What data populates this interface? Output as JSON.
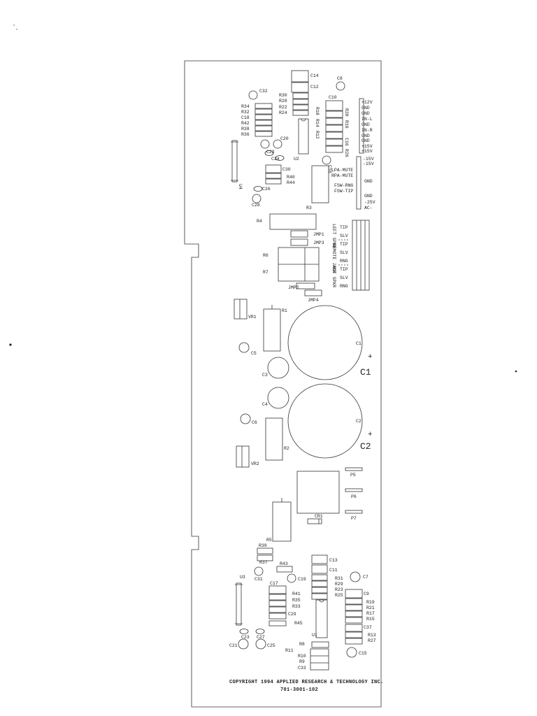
{
  "board": {
    "copyright": "COPYRIGHT 1994 APPLIED RESEARCH & TECHNOLOGY INC.",
    "part_number": "701-3001-102"
  },
  "connector_top": {
    "pins": [
      "+12V",
      "GND",
      "GND",
      "IN-L",
      "GND",
      "IN-R",
      "GND",
      "GND",
      "+15V",
      "+15V"
    ]
  },
  "connector_mid": {
    "pins": [
      "-15V",
      "-15V",
      "GND",
      "GND",
      "-25V",
      "AC-"
    ]
  },
  "mute_labels": [
    "LPA-MUTE",
    "RPA-MUTE",
    "FSW-RNG",
    "FSW-TIP"
  ],
  "jacks": [
    {
      "name": "LEFT SPKR",
      "pins": [
        "TIP",
        "SLV"
      ]
    },
    {
      "name": "REMOTE JACK",
      "pins": [
        "TIP",
        "SLV",
        "RNG"
      ]
    },
    {
      "name": "RGT SPKR",
      "pins": [
        "TIP",
        "SLV",
        "RNG"
      ]
    }
  ],
  "caps_big": [
    "C1",
    "C2"
  ],
  "labels": {
    "c14": "C14",
    "c8": "C8",
    "c12": "C12",
    "c32": "C32",
    "r30": "R30",
    "r28": "R28",
    "r22": "R22",
    "r24": "R24",
    "c10": "C10",
    "r34": "R34",
    "r32": "R32",
    "c18": "C18",
    "r42": "R42",
    "r38": "R38",
    "r36": "R36",
    "r18": "R18",
    "r14": "R14",
    "r12": "R12",
    "r20": "R20",
    "r16": "R16",
    "c16a": "C16",
    "r26": "R26",
    "c22": "C22",
    "c20": "C20",
    "c24": "C24",
    "u2": "U2",
    "c16b": "C16",
    "u4": "U4",
    "c30": "C30",
    "r40": "R40",
    "r44": "R44",
    "c26": "C26",
    "c28": "C28",
    "r3": "R3",
    "r4": "R4",
    "jmp1": "JMP1",
    "jmp3": "JMP3",
    "r6": "R6",
    "r7": "R7",
    "jmp2": "JMP2",
    "jmp4": "JMP4",
    "vr1": "VR1",
    "r1": "R1",
    "c1s": "C1",
    "c5": "C5",
    "c3": "C3",
    "c4": "C4",
    "c6": "C6",
    "c2s": "C2",
    "r2": "R2",
    "vr2": "VR2",
    "p5": "P5",
    "p6": "P6",
    "p7": "P7",
    "cr1": "CR1",
    "r5": "R5",
    "r39": "R39",
    "r37": "R37",
    "r43": "R43",
    "c13": "C13",
    "u3": "U3",
    "c31": "C31",
    "c19": "C19",
    "c11": "C11",
    "r31": "R31",
    "r29": "R29",
    "r23": "R23",
    "r25": "R25",
    "c7": "C7",
    "c17": "C17",
    "r41": "R41",
    "r35": "R35",
    "r33": "R33",
    "c29": "C29",
    "r45": "R45",
    "c9": "C9",
    "r19": "R19",
    "r21": "R21",
    "r17": "R17",
    "r15": "R15",
    "c37": "C37",
    "r13": "R13",
    "r27": "R27",
    "u1": "U1",
    "c23": "C23",
    "c27": "C27",
    "c21": "C21",
    "c25": "C25",
    "r8": "R8",
    "r11": "R11",
    "r10": "R10",
    "r9": "R9",
    "c33": "C33",
    "c15": "C15"
  }
}
